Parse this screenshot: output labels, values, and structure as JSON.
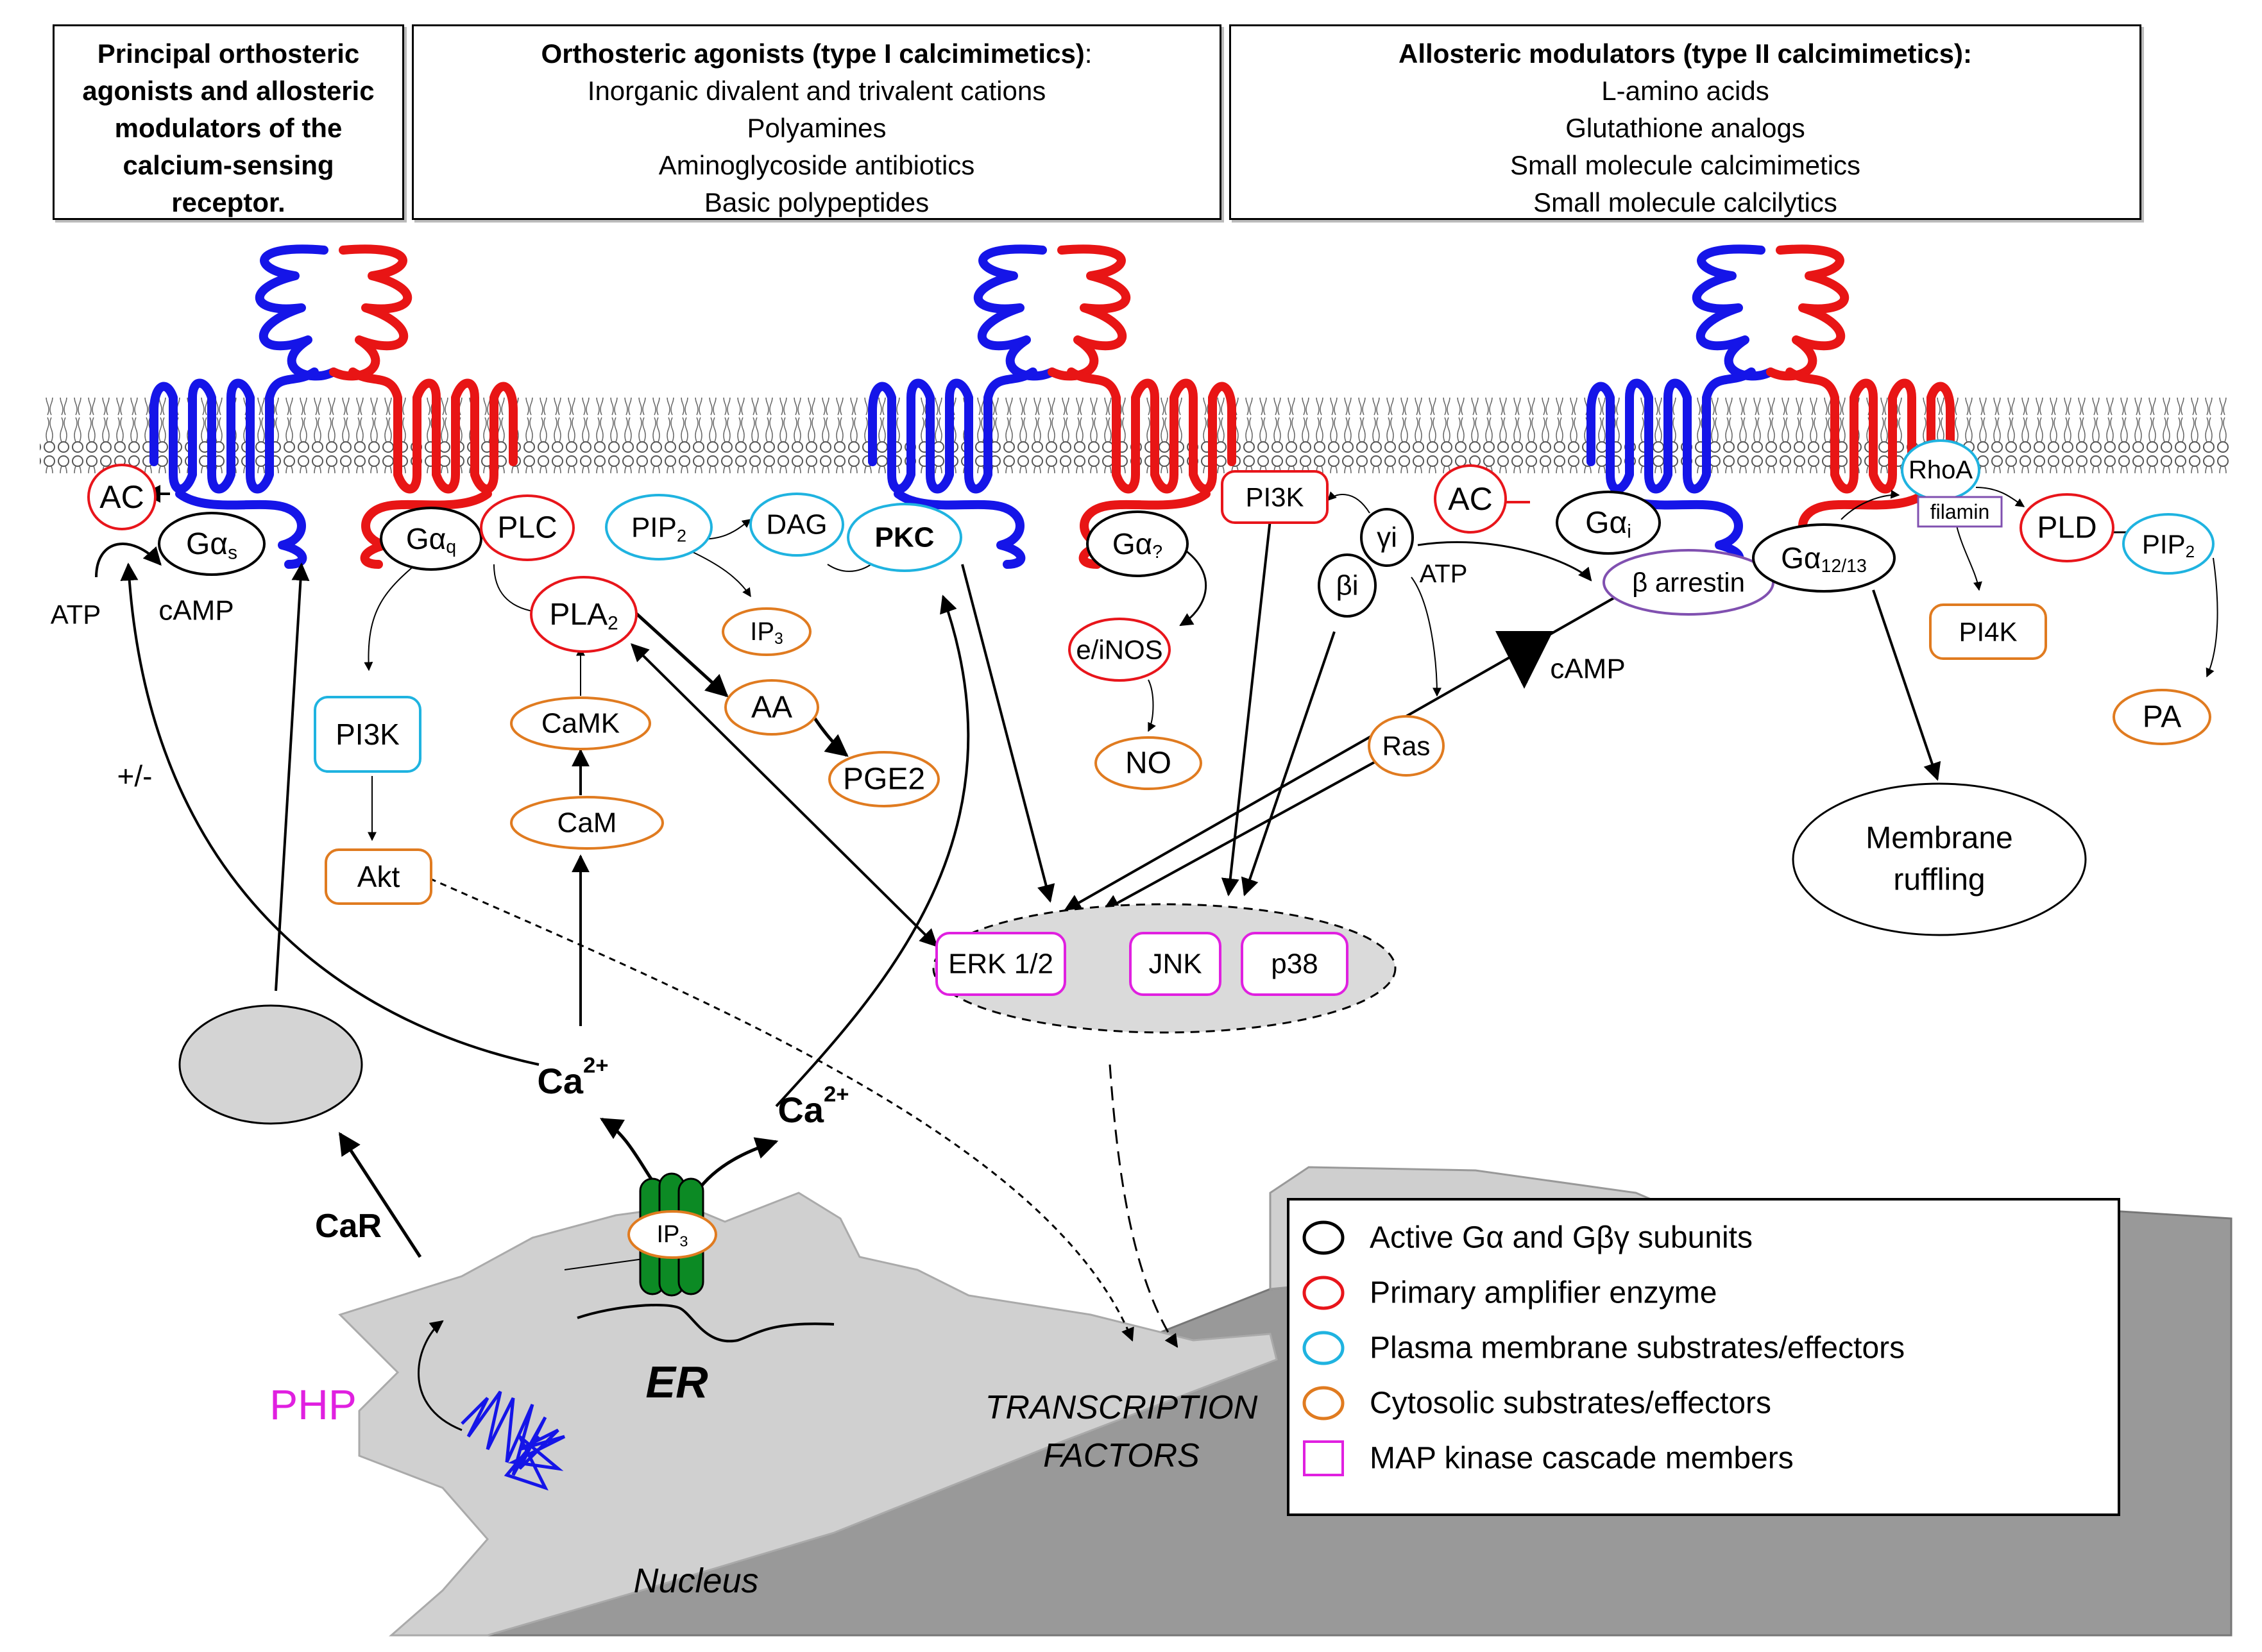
{
  "headers": {
    "box1_lines": [
      "Principal orthosteric",
      "agonists and allosteric",
      "modulators of the",
      "calcium-sensing",
      "receptor."
    ],
    "box2_title": "Orthosteric agonists (type I calcimimetics)",
    "box2_colon": ":",
    "box2_items": [
      "Inorganic divalent and trivalent cations",
      "Polyamines",
      "Aminoglycoside antibiotics",
      "Basic polypeptides"
    ],
    "box3_title": "Allosteric modulators (type II calcimimetics):",
    "box3_items": [
      "L-amino acids",
      "Glutathione analogs",
      "Small molecule calcimimetics",
      "Small molecule calcilytics"
    ]
  },
  "nodes": {
    "ac1": "AC",
    "gas": "Gαs",
    "atp1": "ATP",
    "camp1": "cAMP",
    "plus_minus": "+/-",
    "gaq": "Gαq",
    "plc": "PLC",
    "pip2_1": "PIP2",
    "dag": "DAG",
    "pkc": "PKC",
    "pla2": "PLA2",
    "ip3_1": "IP3",
    "aa": "AA",
    "pge2": "PGE2",
    "pi3k_1": "PI3K",
    "akt": "Akt",
    "camk": "CaMK",
    "cam": "CaM",
    "ga_q2": "Gα?",
    "einos": "e/iNOS",
    "no": "NO",
    "pi3k_2": "PI3K",
    "gi_gamma": "γi",
    "gi_beta": "βi",
    "atp2": "ATP",
    "ras": "Ras",
    "ac2": "AC",
    "gai": "Gαi",
    "camp_down": "cAMP",
    "beta_arrestin": "β arrestin",
    "rhoa": "RhoA",
    "filamin": "filamin",
    "ga1213": "Gα12/13",
    "pld": "PLD",
    "pip2_2": "PIP2",
    "pi4k": "PI4K",
    "pa": "PA",
    "membrane_ruffling_1": "Membrane",
    "membrane_ruffling_2": "ruffling",
    "erk": "ERK 1/2",
    "jnk": "JNK",
    "p38": "p38",
    "ca1": "Ca2+",
    "ca2": "Ca2+",
    "ip3_er": "IP3",
    "car": "CaR",
    "php": "PHP",
    "er": "ER",
    "nucleus": "Nucleus",
    "tf1": "TRANSCRIPTION",
    "tf2": "FACTORS"
  },
  "legend": {
    "items": [
      {
        "label": "Active Gα and Gβγ subunits",
        "color": "#000000"
      },
      {
        "label": "Primary amplifier enzyme",
        "color": "#e8151b"
      },
      {
        "label": "Plasma membrane substrates/effectors",
        "color": "#1fb3e0"
      },
      {
        "label": "Cytosolic substrates/effectors",
        "color": "#e07b20"
      },
      {
        "label": "MAP kinase cascade members",
        "color": "#e020e0"
      }
    ]
  },
  "colors": {
    "receptor_blue": "#1515e8",
    "receptor_red": "#e81515",
    "enzyme_red": "#e8151b",
    "membrane_cyan": "#1fb3e0",
    "cytosolic_orange": "#e07b20",
    "mapk_magenta": "#e020e0",
    "arrestin_purple": "#8050b0",
    "php_magenta": "#e020e0"
  }
}
